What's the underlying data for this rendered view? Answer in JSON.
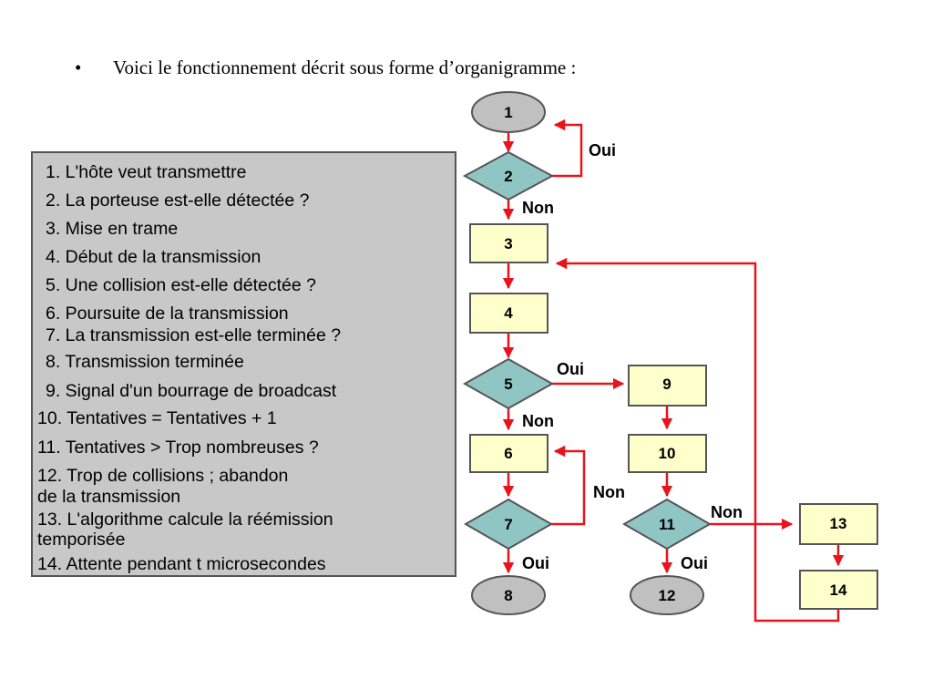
{
  "header": {
    "bullet": "•",
    "intro": "Voici le fonctionnement décrit sous forme d’organigramme :"
  },
  "legend": {
    "lines": [
      "1. L'hôte veut transmettre",
      "2. La porteuse est-elle détectée ?",
      "3. Mise en trame",
      "4. Début de la transmission",
      "5. Une collision est-elle détectée ?",
      "6. Poursuite de la transmission",
      "7. La transmission est-elle terminée ?",
      "8. Transmission terminée",
      "9. Signal d'un bourrage de broadcast",
      "10. Tentatives = Tentatives + 1",
      "11. Tentatives > Trop nombreuses ?",
      "12. Trop de collisions ; abandon",
      "de la transmission",
      "13. L'algorithme calcule la réémission",
      "temporisée",
      "14. Attente pendant t microsecondes"
    ]
  },
  "flowchart": {
    "colors": {
      "terminal": "#c0c0c0",
      "decision": "#8fc6c4",
      "process": "#ffffcc",
      "arrow": "#e8141c"
    },
    "nodes": [
      {
        "id": "1",
        "label": "1",
        "shape": "terminal"
      },
      {
        "id": "2",
        "label": "2",
        "shape": "decision"
      },
      {
        "id": "3",
        "label": "3",
        "shape": "process"
      },
      {
        "id": "4",
        "label": "4",
        "shape": "process"
      },
      {
        "id": "5",
        "label": "5",
        "shape": "decision"
      },
      {
        "id": "6",
        "label": "6",
        "shape": "process"
      },
      {
        "id": "7",
        "label": "7",
        "shape": "decision"
      },
      {
        "id": "8",
        "label": "8",
        "shape": "terminal"
      },
      {
        "id": "9",
        "label": "9",
        "shape": "process"
      },
      {
        "id": "10",
        "label": "10",
        "shape": "process"
      },
      {
        "id": "11",
        "label": "11",
        "shape": "decision"
      },
      {
        "id": "12",
        "label": "12",
        "shape": "terminal"
      },
      {
        "id": "13",
        "label": "13",
        "shape": "process"
      },
      {
        "id": "14",
        "label": "14",
        "shape": "process"
      }
    ],
    "edge_labels": {
      "e2_oui": "Oui",
      "e2_non": "Non",
      "e5_oui": "Oui",
      "e5_non": "Non",
      "e7_non": "Non",
      "e7_oui": "Oui",
      "e11_non": "Non",
      "e11_oui": "Oui"
    }
  }
}
